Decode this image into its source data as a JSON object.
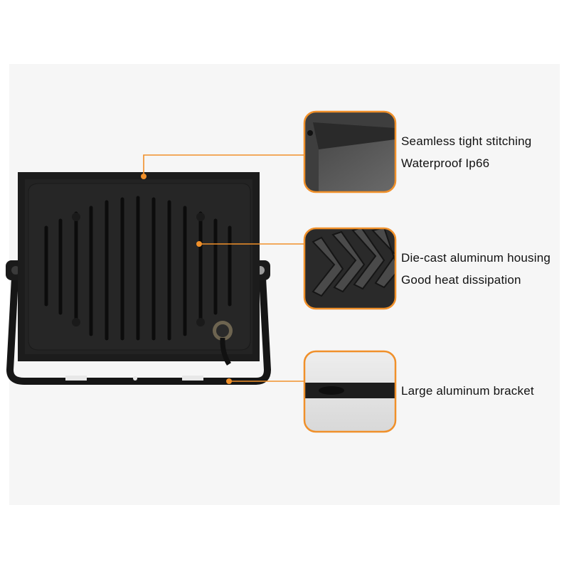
{
  "colors": {
    "accent": "#f0902a",
    "housing": "#1c1c1c",
    "background": "#f6f6f6"
  },
  "callouts": [
    {
      "lines": [
        "Seamless tight stitching",
        "Waterproof Ip66"
      ]
    },
    {
      "lines": [
        "Die-cast aluminum housing",
        "Good heat dissipation"
      ]
    },
    {
      "lines": [
        "Large aluminum bracket"
      ]
    }
  ]
}
